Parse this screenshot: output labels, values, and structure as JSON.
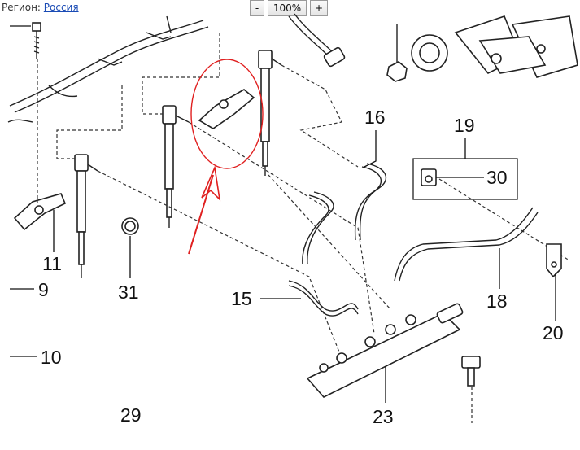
{
  "header": {
    "region_label": "Регион:",
    "region_link": "Россия"
  },
  "zoom": {
    "minus_label": "-",
    "level": "100%",
    "plus_label": "+"
  },
  "diagram": {
    "callouts": [
      "16",
      "19",
      "30",
      "11",
      "31",
      "9",
      "15",
      "18",
      "10",
      "20",
      "29",
      "23"
    ],
    "annotation_color": "#e02020"
  }
}
